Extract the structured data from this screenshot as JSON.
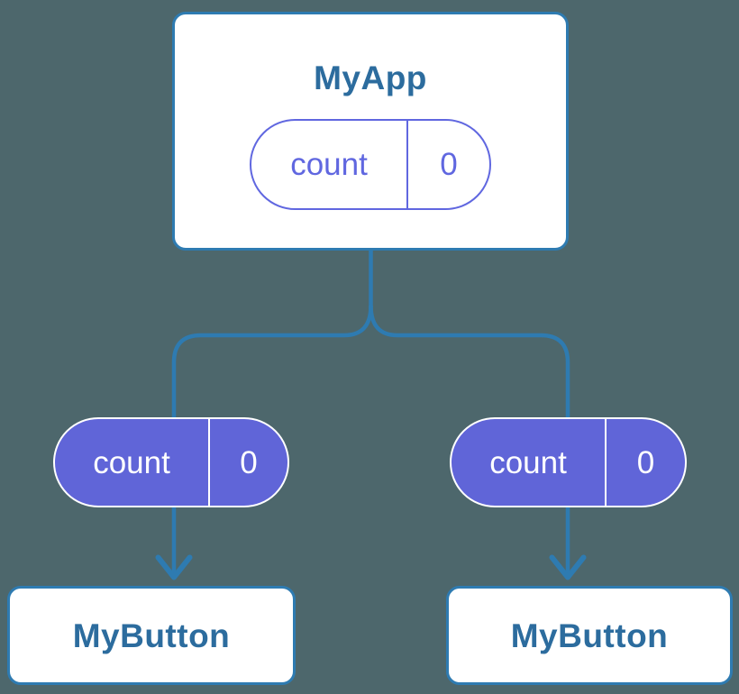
{
  "diagram": {
    "description": "Component tree showing shared state lifted to parent",
    "colors": {
      "background": "#4d676c",
      "connector_blue": "#2e7bb1",
      "card_background": "#ffffff",
      "card_text_blue": "#2c6c9e",
      "state_purple_fill": "#6065d8",
      "state_purple_outline": "#6067e0",
      "state_text_on_purple": "#ffffff"
    },
    "root": {
      "title": "MyApp",
      "state": {
        "label": "count",
        "value": "0"
      }
    },
    "children": [
      {
        "title": "MyButton",
        "state": {
          "label": "count",
          "value": "0"
        }
      },
      {
        "title": "MyButton",
        "state": {
          "label": "count",
          "value": "0"
        }
      }
    ]
  }
}
